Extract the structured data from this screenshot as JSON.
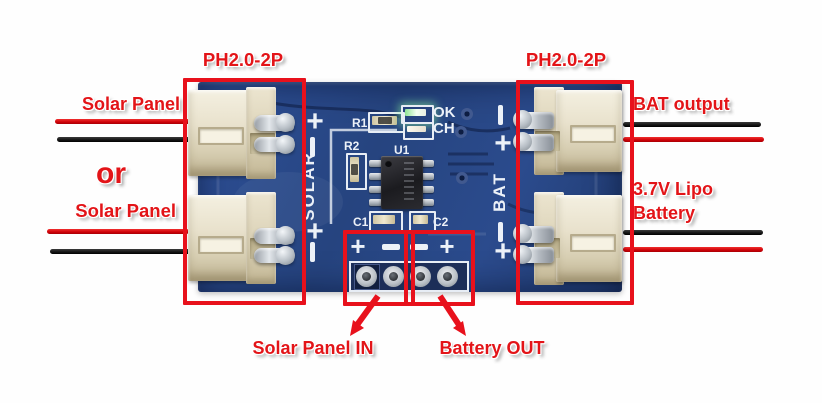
{
  "colors": {
    "annotation_red": "#e8111c",
    "label_red": "#e31418",
    "pcb_blue": "#2a4a8c",
    "wire_red": "#cf0208",
    "wire_black": "#141414",
    "silkscreen_white": "#ecf1f8",
    "connector_cream": "#e9e2cd"
  },
  "labels": {
    "ph_left": "PH2.0-2P",
    "ph_right": "PH2.0-2P",
    "solar_panel_top": "Solar Panel",
    "or": "or",
    "solar_panel_bottom": "Solar Panel",
    "bat_output": "BAT output",
    "lipo_line1": "3.7V Lipo",
    "lipo_line2": "Battery",
    "solar_panel_in": "Solar Panel IN",
    "battery_out": "Battery OUT"
  },
  "silkscreen": {
    "r1": "R1",
    "r2": "R2",
    "u1": "U1",
    "c1": "C1",
    "c2": "C2",
    "led_ok": "OK",
    "led_ch": "CH",
    "solar": "SOLAR",
    "bat": "BAT",
    "plus": "+",
    "pad_marks": [
      "+",
      "−",
      "−",
      "+"
    ]
  }
}
